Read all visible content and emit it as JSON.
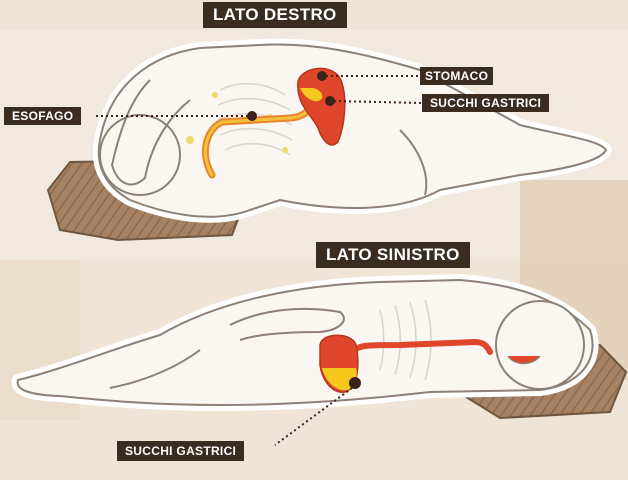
{
  "titles": {
    "top": "LATO DESTRO",
    "bottom": "LATO SINISTRO"
  },
  "labels": {
    "stomaco": "STOMACO",
    "succhi_gastrici_top": "SUCCHI GASTRICI",
    "esofago": "ESOFAGO",
    "succhi_gastrici_bottom": "SUCCHI GASTRICI"
  },
  "colors": {
    "background": "#efe4d6",
    "label_bg": "#3b2c20",
    "label_text": "#ffffff",
    "body_fill": "#faf7f2",
    "outline": "#8c8078",
    "esophagus_outer": "#e8842a",
    "esophagus_inner": "#f3c23c",
    "stomach_red": "#e0462b",
    "gastric_juice": "#f6c81e",
    "pillow": "#9c7a5e"
  },
  "icons": [
    "pillow",
    "human-figure-right-side",
    "human-figure-left-side"
  ]
}
